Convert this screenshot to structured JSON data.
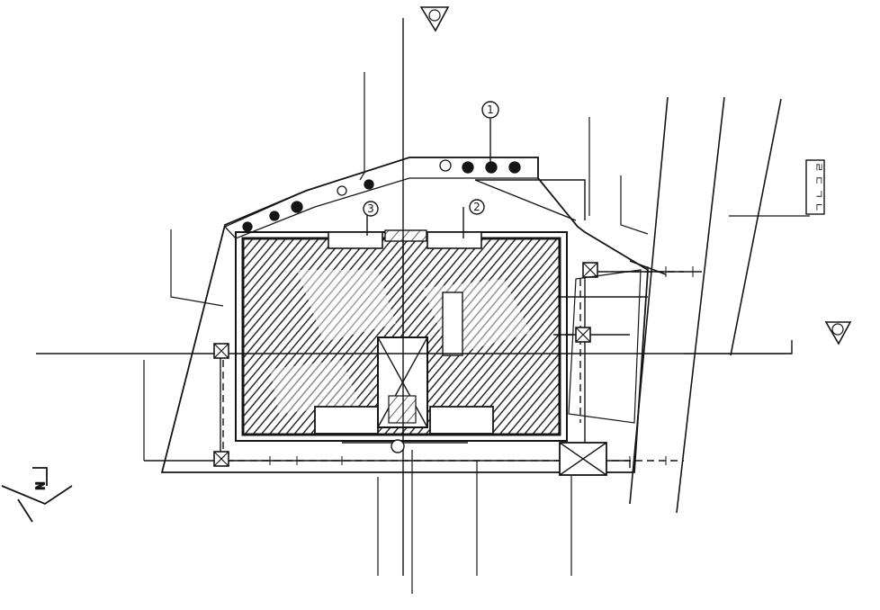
{
  "drawing": {
    "ink_color": "#151515",
    "hatch_color": "#2a2a2a",
    "paper_color": "#ffffff"
  },
  "north_arrow": {
    "letter": "N"
  },
  "markers": {
    "a": "1",
    "b": "3",
    "c": "2"
  },
  "box_label": "ㄹ ㄷ ㄱ ㄴ",
  "icons": [
    "north-arrow-icon",
    "catch-basin-icon",
    "manhole-icon",
    "valve-marker-icon"
  ]
}
